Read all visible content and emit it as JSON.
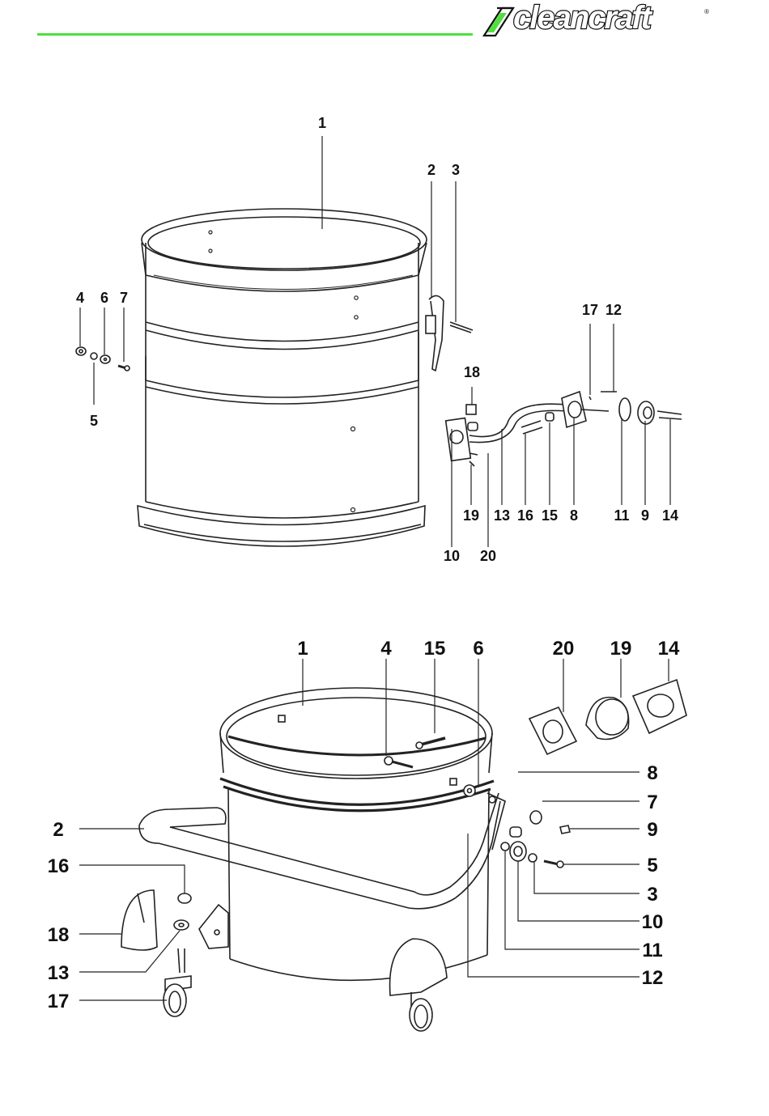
{
  "brand": {
    "name": "cleancraft",
    "registered_mark": "®",
    "accent_color": "#4fe03c"
  },
  "diagrams": [
    {
      "id": "top-exploded-view",
      "part_labels": [
        "1",
        "2",
        "3",
        "4",
        "5",
        "6",
        "7",
        "8",
        "9",
        "10",
        "11",
        "12",
        "13",
        "14",
        "15",
        "16",
        "17",
        "18",
        "19",
        "20"
      ]
    },
    {
      "id": "bottom-exploded-view",
      "part_labels": [
        "1",
        "2",
        "3",
        "4",
        "5",
        "6",
        "7",
        "8",
        "9",
        "10",
        "11",
        "12",
        "13",
        "14",
        "15",
        "16",
        "17",
        "18",
        "19",
        "20"
      ]
    }
  ]
}
